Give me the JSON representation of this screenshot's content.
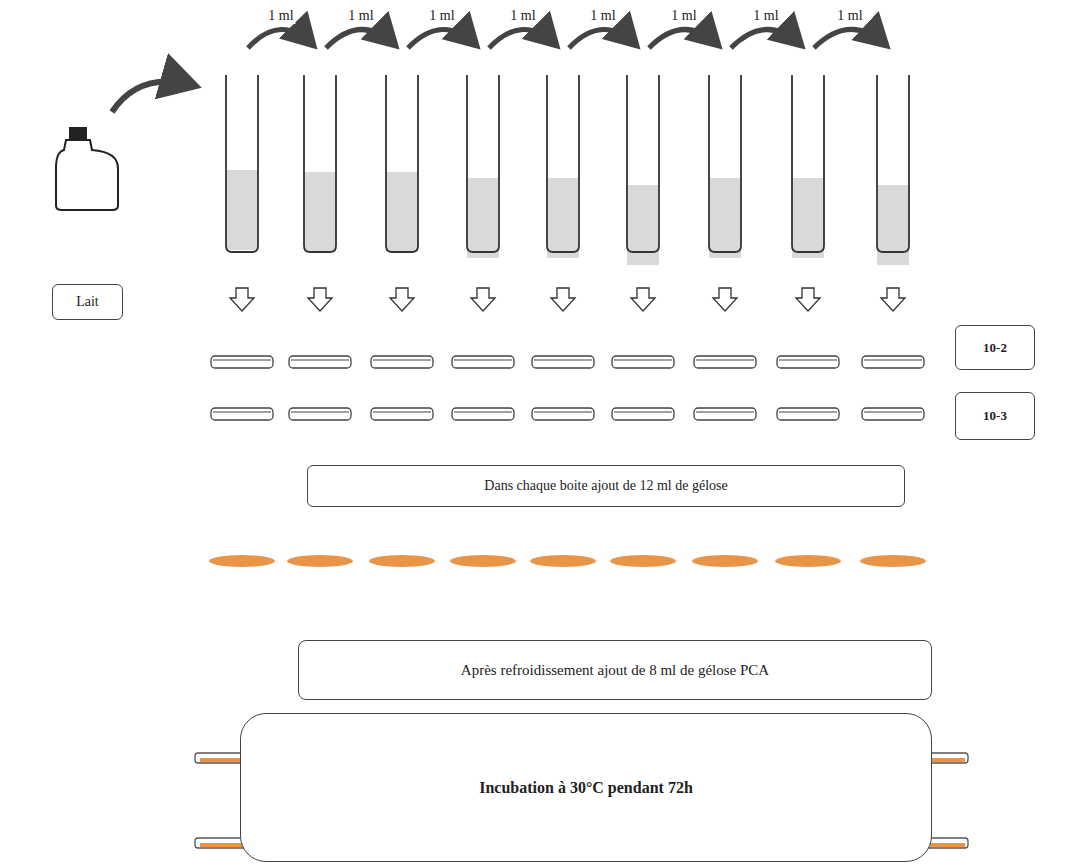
{
  "diagram": {
    "nodes": [
      {
        "text": [
          "Lait"
        ]
      },
      {
        "text": [
          "10-2"
        ]
      },
      {
        "text": [
          "10-3"
        ]
      },
      {
        "text": [
          "Dans chaque boite ajout de 12 ml de gélose"
        ]
      },
      {
        "text": [
          "Après refroidissement ajout de 8 ml de gélose PCA"
        ]
      },
      {
        "text": [
          "Incubation à 30°C pendant 72h"
        ]
      }
    ],
    "labels": [
      "1 ml",
      "1 ml",
      "1 ml",
      "1 ml",
      "1 ml",
      "1 ml",
      "1 ml",
      "1 ml"
    ]
  }
}
